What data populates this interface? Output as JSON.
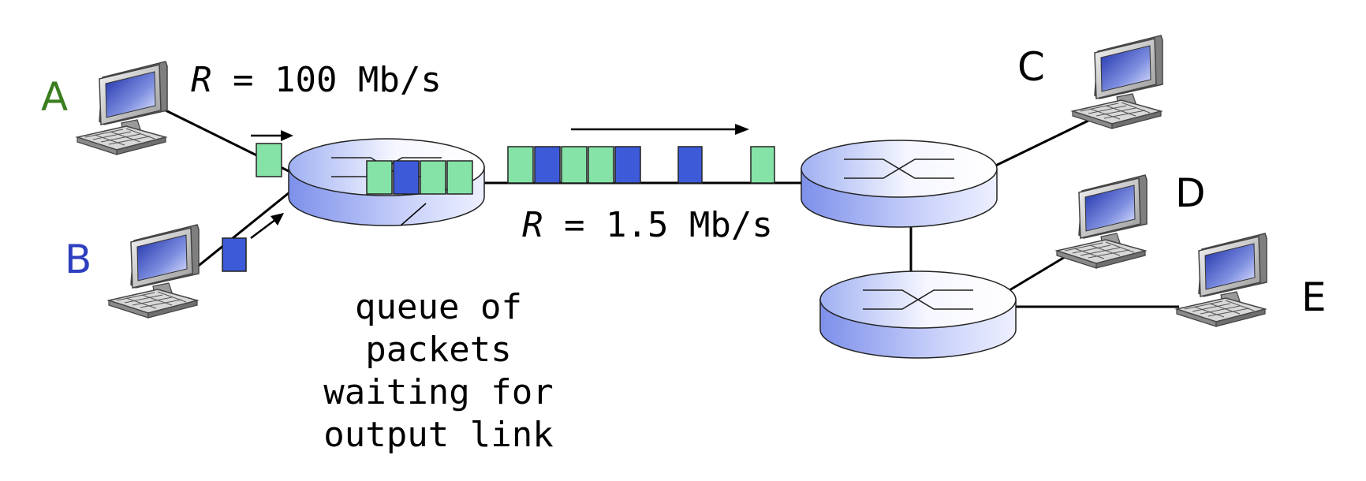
{
  "hosts": {
    "a": {
      "label": "A",
      "color": "#3a7d1e"
    },
    "b": {
      "label": "B",
      "color": "#2e3fbf"
    },
    "c": {
      "label": "C"
    },
    "d": {
      "label": "D"
    },
    "e": {
      "label": "E"
    }
  },
  "links": {
    "input_rate_var": "R",
    "input_rate_value": " = 100 Mb/s",
    "output_rate_var": "R",
    "output_rate_value": " = 1.5 Mb/s"
  },
  "queue_label": {
    "lines": [
      "queue of",
      "packets",
      "waiting for",
      "output link"
    ]
  },
  "colors": {
    "packet_a": "#86e3a8",
    "packet_b": "#3d5bd9",
    "router_light": "#f2f4ff",
    "router_dark": "#7a8fe8"
  },
  "icons": {
    "computer": "computer-icon",
    "router": "router-icon",
    "arrow": "arrow-right-icon"
  }
}
